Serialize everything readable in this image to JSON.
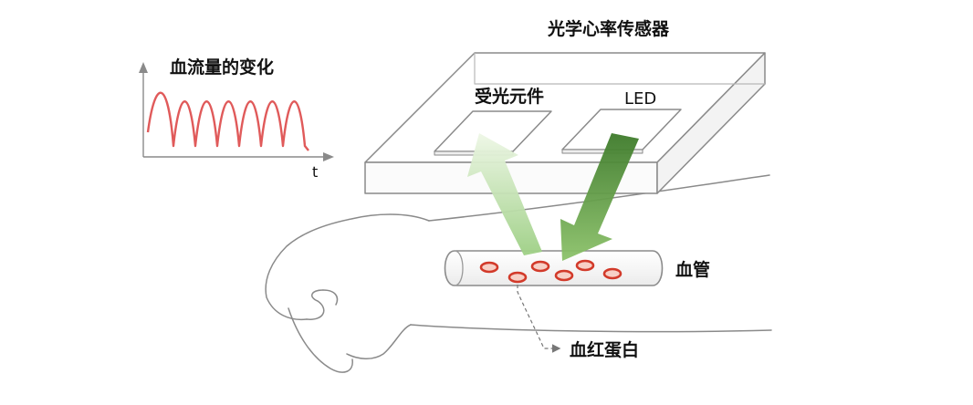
{
  "labels": {
    "sensor": "光学心率传感器",
    "receiver": "受光元件",
    "led": "LED",
    "vessel": "血管",
    "hemoglobin": "血红蛋白",
    "graph_title": "血流量的变化",
    "time_axis": "t"
  },
  "colors": {
    "waveform": "#e05a5a",
    "light_in": "#3f7f2a",
    "light_out": "#b8dca0",
    "cell_outline": "#d23a2a",
    "cell_fill": "#f7d0c6",
    "line": "#8a8a8a",
    "text": "#111111"
  },
  "icons": {
    "pointer": "right-arrow-icon",
    "axis_arrow": "up-arrow-icon"
  }
}
